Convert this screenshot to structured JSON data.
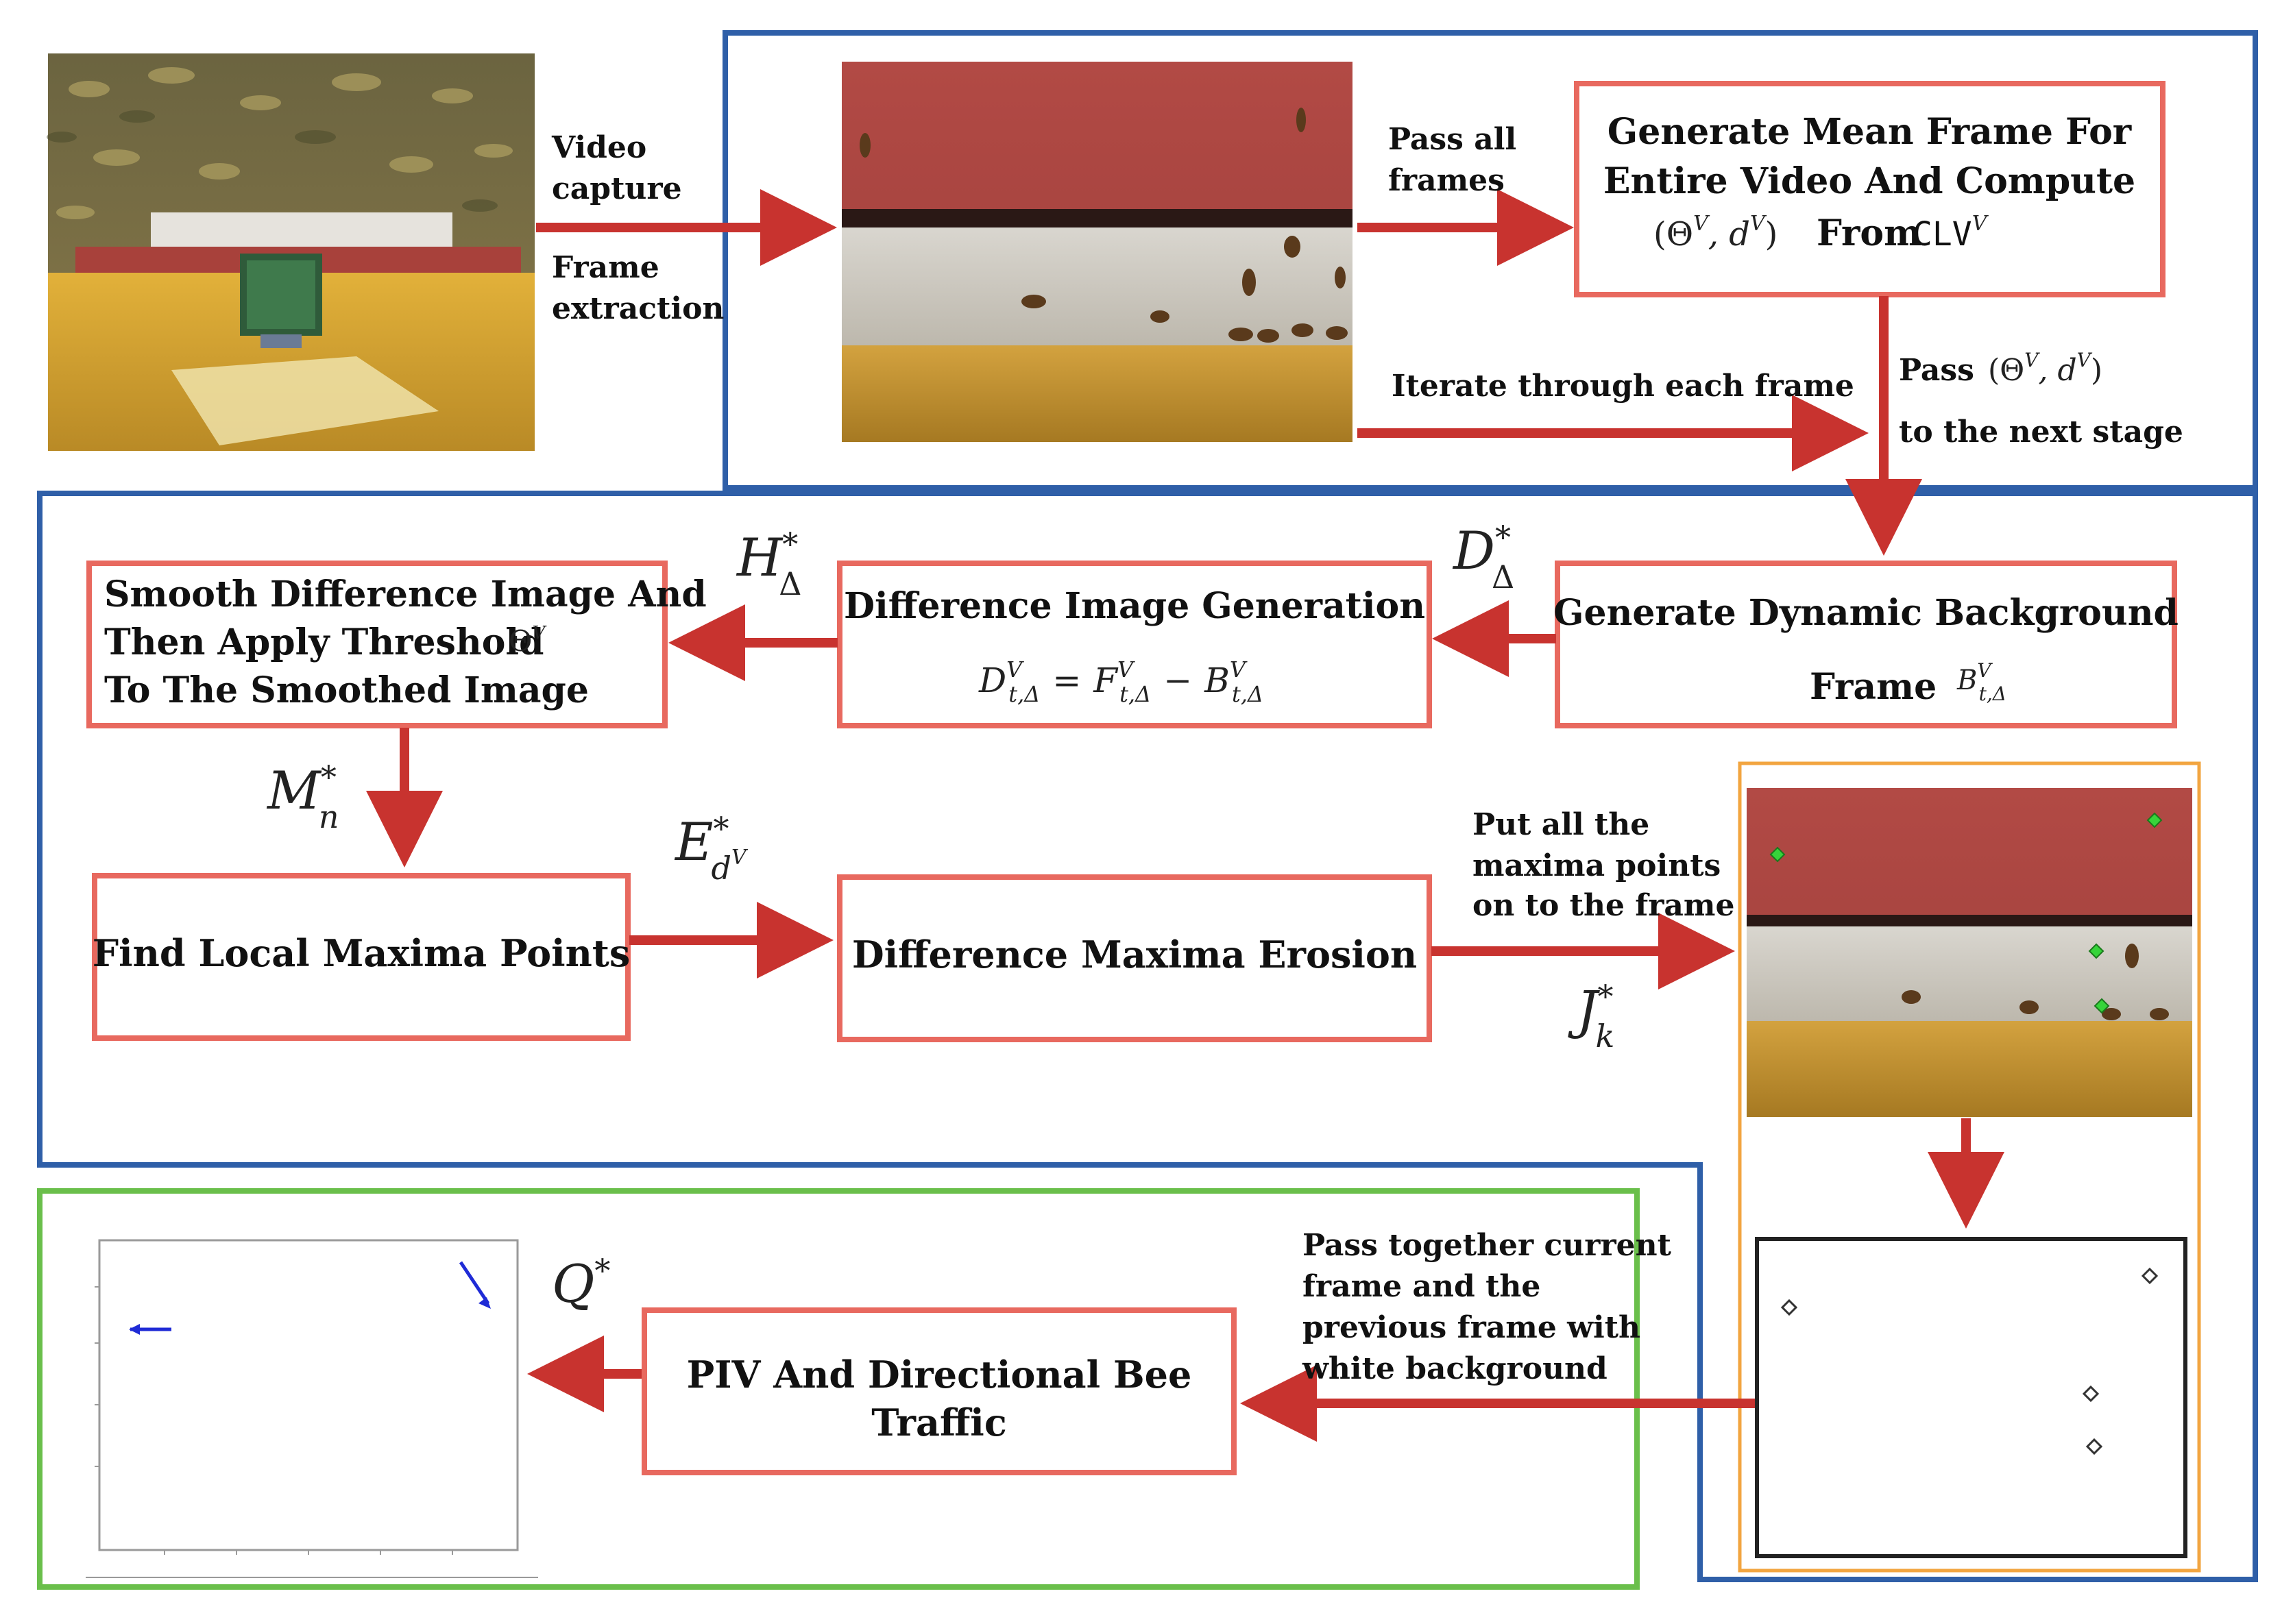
{
  "colors": {
    "box_border": "#e8695f",
    "arrow": "#c8332f",
    "blue_frame": "#2f5fa8",
    "green_frame": "#6abf4b",
    "orange_frame": "#f2a540",
    "maxima_marker": "#36d43a",
    "vector_blue": "#1f2bd6"
  },
  "stage1": {
    "video_capture": [
      "Video",
      "capture"
    ],
    "frame_extraction": [
      "Frame",
      "extraction"
    ],
    "pass_all_frames": [
      "Pass all",
      "frames"
    ],
    "iterate": "Iterate through each frame",
    "mean_frame_box": {
      "line1": "Generate Mean Frame For",
      "line2": "Entire Video And Compute",
      "math": "(Θ",
      "math_sup": "V",
      "math_mid": ", d",
      "math_sup2": "V",
      "math_close": ")",
      "from": "From",
      "clv": "CLV",
      "clv_sup": "V"
    },
    "pass_next": {
      "pass": "Pass",
      "math": "(Θ",
      "sup": "V",
      "mid": ", d",
      "sup2": "V",
      "close": ")",
      "line2": "to the next stage"
    }
  },
  "stage2": {
    "dynamic_bg_box": {
      "line1": "Generate Dynamic Background",
      "line2": "Frame",
      "math": "B",
      "sup": "V",
      "sub": "t,Δ"
    },
    "d_star": {
      "base": "D",
      "sup": "*",
      "sub": "Δ"
    },
    "diff_gen_box": {
      "line1": "Difference Image Generation",
      "eq_d": "D",
      "eq_f": "F",
      "eq_b": "B",
      "sup": "V",
      "sub": "t,Δ",
      "eq_eq": "=",
      "eq_minus": "−"
    },
    "h_star": {
      "base": "H",
      "sup": "*",
      "sub": "Δ"
    },
    "smooth_box": {
      "line1": "Smooth Difference Image And",
      "line2": "Then Apply Threshold",
      "theta": "Θ",
      "theta_sup": "V",
      "line3": "To The Smoothed Image"
    },
    "m_star": {
      "base": "M",
      "sup": "*",
      "sub": "n"
    },
    "local_max_box": "Find Local Maxima Points",
    "e_star": {
      "base": "E",
      "sup": "*",
      "sub": "d",
      "subsup": "V"
    },
    "erosion_box": "Difference Maxima Erosion",
    "put_maxima": [
      "Put all the",
      "maxima points",
      "on to the frame"
    ],
    "j_star": {
      "base": "J",
      "sup": "*",
      "sub": "k"
    }
  },
  "stage3": {
    "pass_together": [
      "Pass together current",
      "frame and the",
      "previous frame with",
      "white background"
    ],
    "piv_box": [
      "PIV And Directional  Bee",
      "Traffic"
    ],
    "q_star": {
      "base": "Q",
      "sup": "*"
    }
  }
}
